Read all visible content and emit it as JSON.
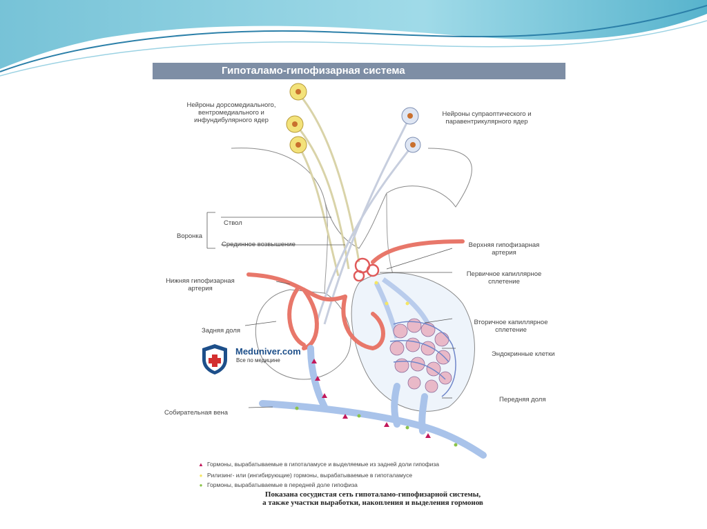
{
  "title": "Гипоталамо-гипофизарная система",
  "labels": {
    "dorsomedial": [
      "Нейроны дорсомедиального,",
      "вентромедиального и",
      "инфундибулярного ядер"
    ],
    "supraoptic": [
      "Нейроны супраоптического и",
      "паравентрикулярного ядер"
    ],
    "voronka": "Воронка",
    "stvol": "Ствол",
    "median": "Срединное возвышение",
    "upper_artery": [
      "Верхняя гипофизарная",
      "артерия"
    ],
    "primary_plexus": [
      "Первичное капиллярное",
      "сплетение"
    ],
    "lower_artery": [
      "Нижняя гипофизарная",
      "артерия"
    ],
    "posterior_lobe": "Задняя доля",
    "secondary_plexus": [
      "Вторичное капиллярное",
      "сплетение"
    ],
    "endocrine_cells": "Эндокринные клетки",
    "collecting_vein": "Собирательная вена",
    "anterior_lobe": "Передняя доля"
  },
  "legend": [
    {
      "marker": "▲",
      "color": "#c2185b",
      "text": "Гормоны, вырабатываемые в гипоталамусе и выделяемые из задней доли гипофиза"
    },
    {
      "marker": "●",
      "color": "#f5e663",
      "text": "Рилизинг- или (ингибирующие) гормоны, вырабатываемые в гипоталамусе"
    },
    {
      "marker": "●",
      "color": "#8bc34a",
      "text": "Гормоны, вырабатываемые в передней доле гипофиза"
    }
  ],
  "caption": [
    "Показана сосудистая сеть гипоталамо-гипофизарной системы,",
    "а также участки выработки, накопления и выделения гормонов"
  ],
  "logo": {
    "name": "Meduniver.com",
    "tagline": "Все по медицине"
  }
}
